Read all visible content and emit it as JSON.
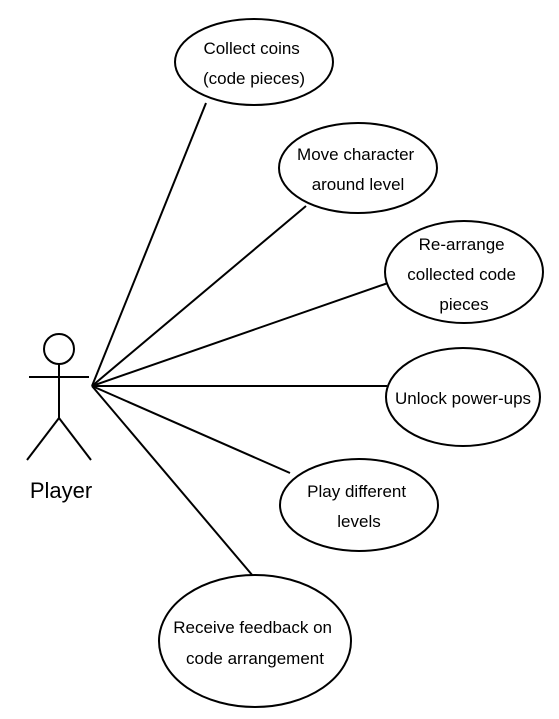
{
  "actor": {
    "name": "Player"
  },
  "use_cases": [
    {
      "id": "collect-coins",
      "lines": [
        "Collect coins",
        "(code pieces)"
      ]
    },
    {
      "id": "move-character",
      "lines": [
        "Move character",
        "around level"
      ]
    },
    {
      "id": "rearrange-pieces",
      "lines": [
        "Re-arrange",
        "collected code",
        "pieces"
      ]
    },
    {
      "id": "unlock-powerups",
      "lines": [
        "Unlock power-ups"
      ]
    },
    {
      "id": "play-levels",
      "lines": [
        "Play different",
        "levels"
      ]
    },
    {
      "id": "receive-feedback",
      "lines": [
        "Receive feedback on",
        "code arrangement"
      ]
    }
  ]
}
